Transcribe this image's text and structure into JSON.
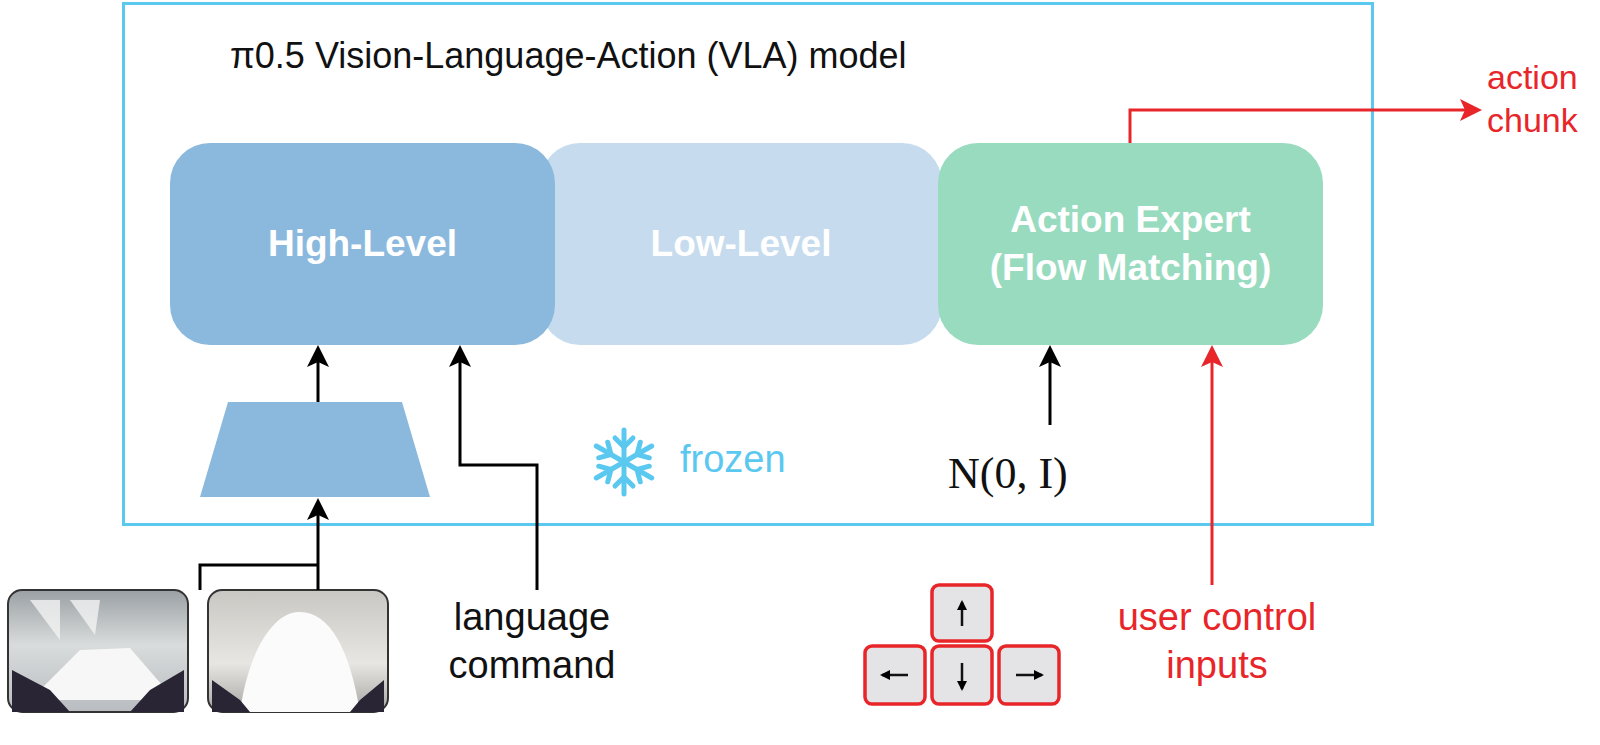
{
  "diagram": {
    "nodes": [
      {
        "text": [
          "π0.5 Vision-Language-Action (VLA) model"
        ]
      },
      {
        "text": [
          "High-Level"
        ],
        "in": 0
      },
      {
        "text": [
          "Low-Level"
        ],
        "in": 0
      },
      {
        "text": [
          "Action Expert (Flow Matching)"
        ],
        "in": 0
      }
    ],
    "labels": [
      "frozen",
      "N(0, I)",
      "language command",
      "user control inputs",
      "action chunk"
    ]
  }
}
